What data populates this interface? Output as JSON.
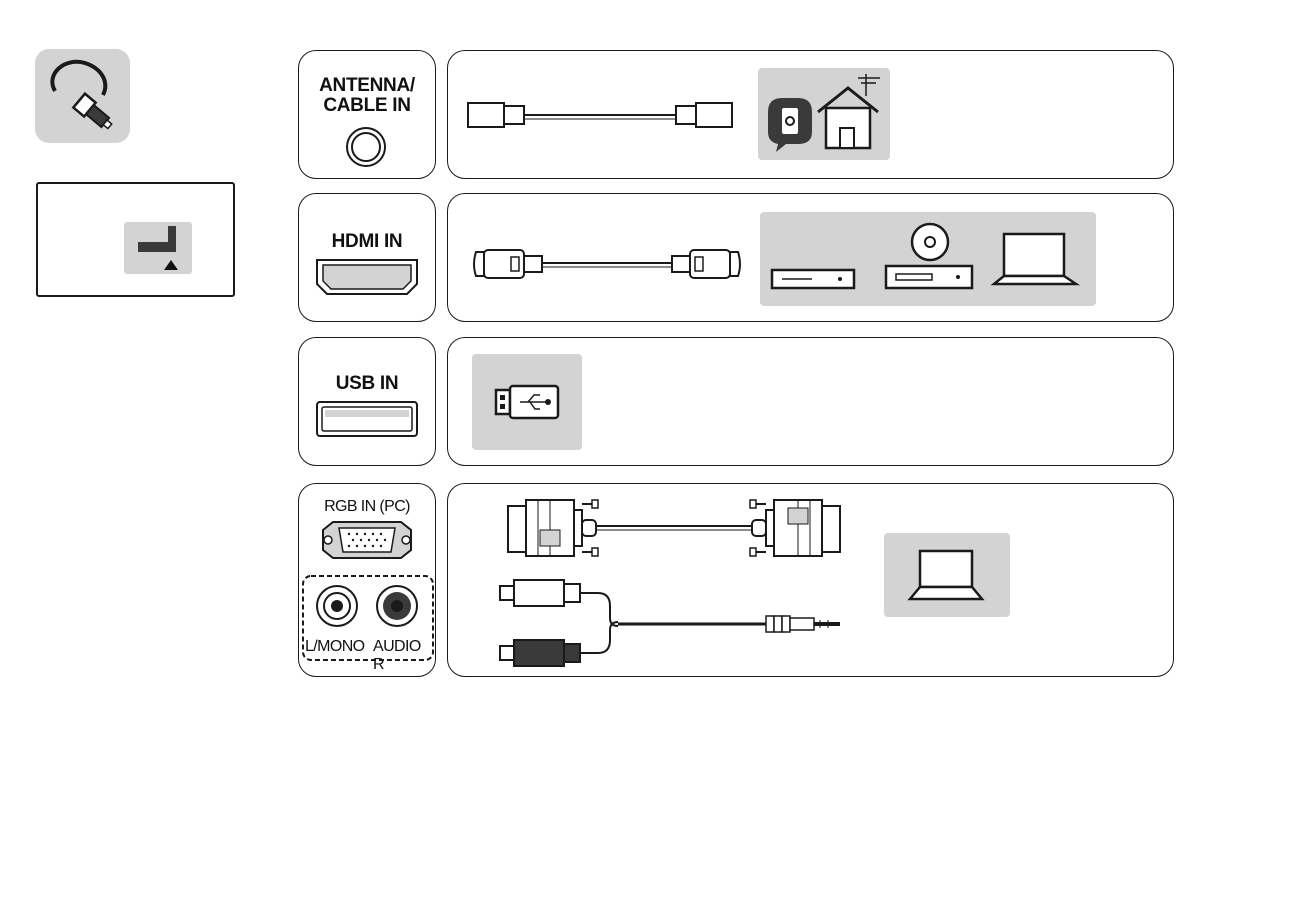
{
  "ports": {
    "antenna_label": "ANTENNA/\nCABLE IN",
    "hdmi_label": "HDMI IN",
    "usb_label": "USB IN",
    "rgb_label": "RGB IN (PC)",
    "audio_left_label": "L/MONO",
    "audio_right_label": "AUDIO R"
  },
  "icons": {
    "cable_icon": "cable-icon",
    "tv_position_icon": "tv-position-icon",
    "coax_cable": "coax-cable-icon",
    "antenna_house": "antenna-house-icon",
    "hdmi_cable": "hdmi-cable-icon",
    "usb_drive": "usb-drive-icon",
    "vga_cable": "vga-cable-icon",
    "audio_cable": "audio-cable-icon",
    "laptop": "laptop-icon",
    "dvd_player": "dvd-player-icon",
    "set_top_box": "set-top-box-icon"
  },
  "colors": {
    "panel_gray": "#d3d3d3",
    "outline": "#1a1a1a",
    "dark_fill": "#3a3a3a"
  }
}
